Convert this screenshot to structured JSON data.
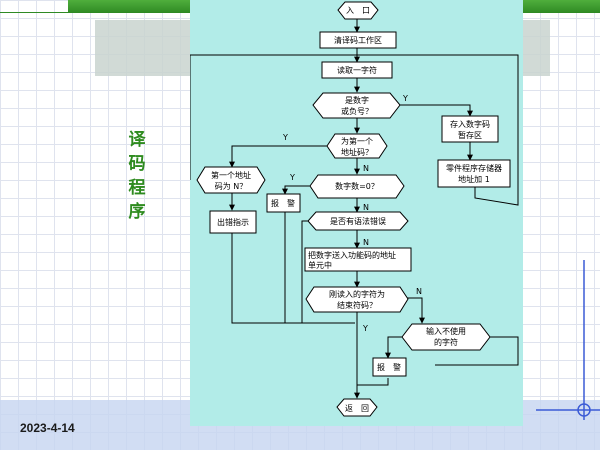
{
  "slide": {
    "side_title_chars": [
      "译",
      "码",
      "程",
      "序"
    ],
    "date": "2023-4-14"
  },
  "flowchart": {
    "nodes": {
      "entry": "入　口",
      "clear": "清译码工作区",
      "read": "读取一字符",
      "is_digit": [
        "是数字",
        "或负号？"
      ],
      "store": [
        "存入数字码",
        "暂存区"
      ],
      "inc_addr": [
        "零件程序存储器",
        "地址加 1"
      ],
      "is_first": [
        "为第一个",
        "地址码？"
      ],
      "first_is_n": [
        "第一个地址",
        "码为 N？"
      ],
      "num_zero": "数字数=0？",
      "output_err": "出错指示",
      "alarm1": "报　警",
      "syntax": "是否有语法错误",
      "send": [
        "把数字送入功能码的地址",
        "单元中"
      ],
      "is_end": [
        "刚读入的字符为",
        "结束符码？"
      ],
      "unused": [
        "输入不使用",
        "的字符"
      ],
      "alarm2": "报　警",
      "return": "返　回"
    },
    "labels": {
      "yes": "Y",
      "no": "N"
    }
  },
  "colors": {
    "flow_bg": "#b2ece8",
    "title": "#2e8b1f",
    "top_bar": "#3c9a2e"
  }
}
